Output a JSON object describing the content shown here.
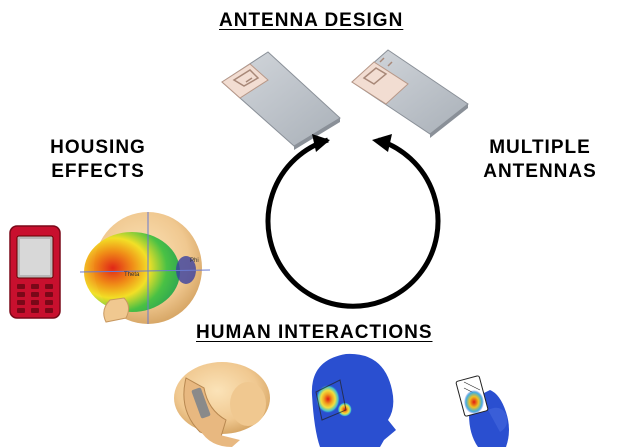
{
  "labels": {
    "top": "ANTENNA DESIGN",
    "left_line1": "HOUSING",
    "left_line2": "EFFECTS",
    "right_line1": "MULTIPLE",
    "right_line2": "ANTENNAS",
    "bottom": "HUMAN INTERACTIONS"
  },
  "colors": {
    "arrow": "#000000",
    "pcb_board": "#c4c9cf",
    "pcb_patch": "#f2ddd2",
    "phone_body": "#c8102e",
    "head_skin": "#f0c890",
    "sar_blue": "#2a4fd0",
    "sar_hot": "#e02818"
  },
  "icons": [
    "antenna-pcb-icon",
    "antenna-pcb-multiple-icon",
    "mobile-phone-icon",
    "head-radiation-pattern-icon",
    "head-with-phone-icon",
    "head-sar-map-icon",
    "hand-with-phone-sar-icon",
    "cycle-arrow-icon"
  ]
}
